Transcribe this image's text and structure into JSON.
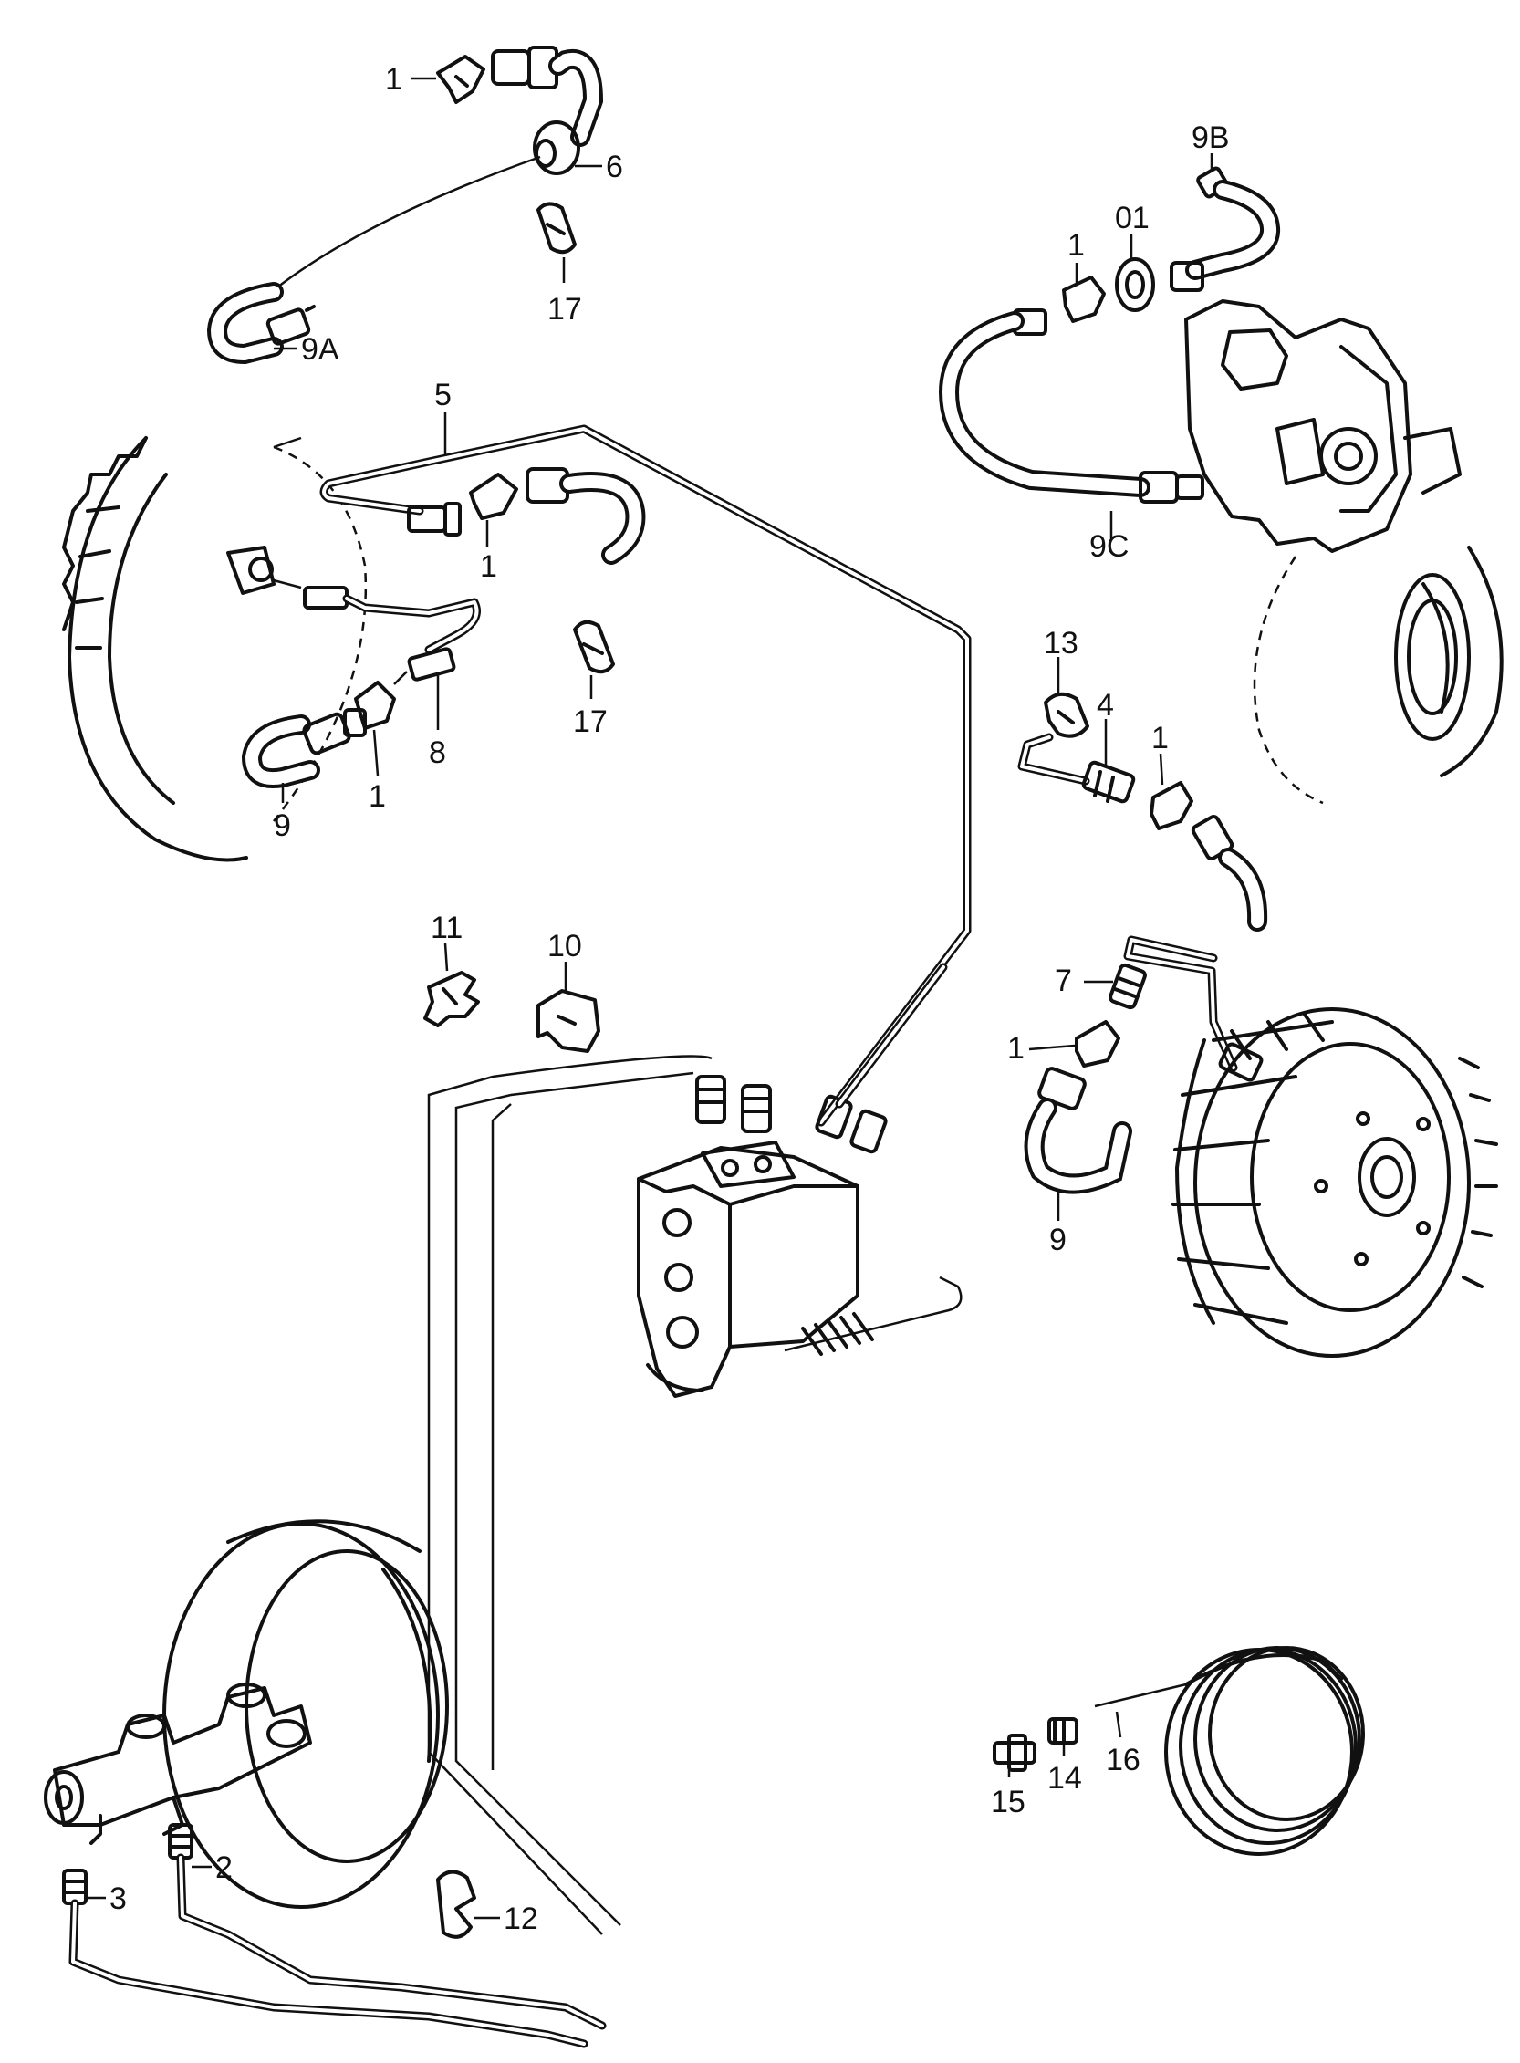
{
  "callouts": {
    "c_1_top": "1",
    "c_6": "6",
    "c_17_top": "17",
    "c_9a": "9A",
    "c_5": "5",
    "c_1_mid": "1",
    "c_17_mid": "17",
    "c_8": "8",
    "c_9_left": "9",
    "c_1_lower": "1",
    "c_9b": "9B",
    "c_01": "01",
    "c_1_caliper": "1",
    "c_9c": "9C",
    "c_13": "13",
    "c_4": "4",
    "c_1_right": "1",
    "c_11": "11",
    "c_10": "10",
    "c_7": "7",
    "c_1_drum": "1",
    "c_9_right": "9",
    "c_3": "3",
    "c_2": "2",
    "c_12": "12",
    "c_15": "15",
    "c_14": "14",
    "c_16": "16"
  },
  "colors": {
    "ink": "#111111",
    "paper": "#ffffff"
  }
}
